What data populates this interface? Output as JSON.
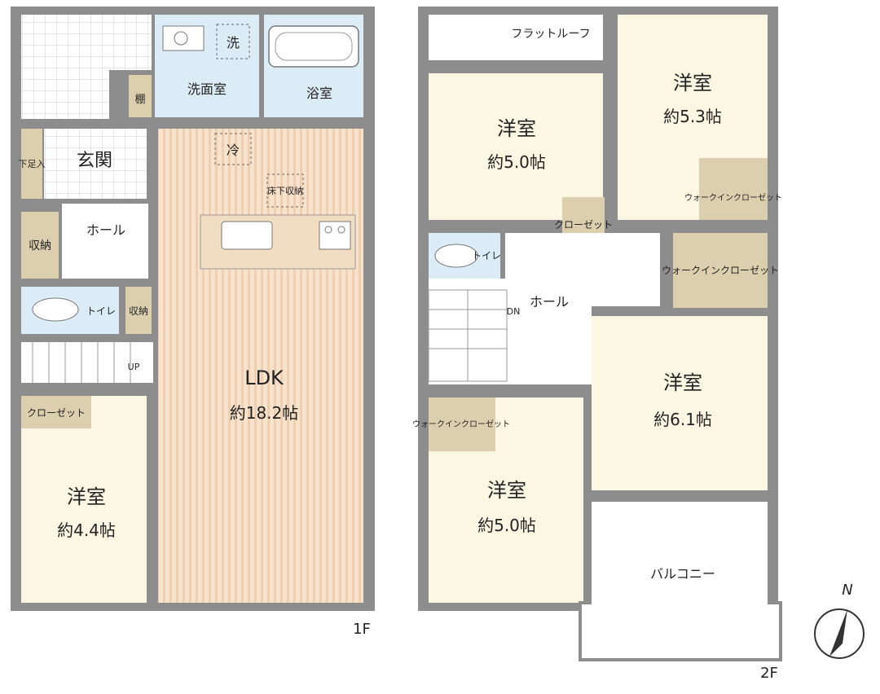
{
  "colors": {
    "wall": "#8d8d8d",
    "room_beige": "#fbf7e2",
    "ldk_floor": "#f7e2cc",
    "ldk_stripe": "#efcfb1",
    "storage_tan": "#dccfae",
    "wet_blue": "#dcecf7",
    "white": "#ffffff"
  },
  "floor1": {
    "floor_label": "1F",
    "ldk": {
      "name": "LDK",
      "size": "約18.2帖"
    },
    "washroom": "洗面室",
    "washer": "洗",
    "bath": "浴室",
    "shelf": "棚",
    "entrance": "玄関",
    "shoe_box": "下足入",
    "hall": "ホール",
    "storage_left": "収納",
    "storage_small": "収納",
    "toilet": "トイレ",
    "fridge": "冷",
    "underfloor": "床下収納",
    "up": "UP",
    "closet": "クローゼット",
    "western_room": {
      "name": "洋室",
      "size": "約4.4帖"
    }
  },
  "floor2": {
    "floor_label": "2F",
    "flat_roof": "フラットルーフ",
    "room_a": {
      "name": "洋室",
      "size": "約5.0帖"
    },
    "room_b": {
      "name": "洋室",
      "size": "約5.3帖"
    },
    "room_c": {
      "name": "洋室",
      "size": "約6.1帖"
    },
    "room_d": {
      "name": "洋室",
      "size": "約5.0帖"
    },
    "closet": "クローゼット",
    "wic_1": "ウォークインクローゼット",
    "wic_2": "ウォークインクローゼット",
    "wic_3": "ウォークインクローゼット",
    "toilet": "トイレ",
    "hall": "ホール",
    "dn": "DN",
    "balcony": "バルコニー"
  },
  "compass": {
    "label": "N",
    "icon": "north-arrow-icon"
  }
}
